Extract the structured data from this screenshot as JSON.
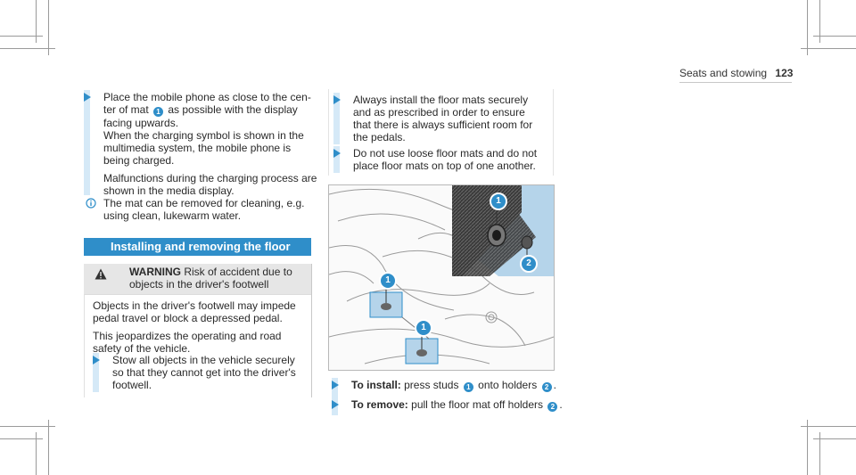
{
  "header": {
    "section": "Seats and stowing",
    "page_number": "123"
  },
  "left_column": {
    "step1": {
      "line1": "Place the mobile phone as close to the cen-",
      "line2_pre": "ter of mat",
      "line2_num": "1",
      "line2_post": "as possible with the display",
      "line3": "facing upwards.",
      "line4": "When the charging symbol is shown in the",
      "line5": "multimedia system, the mobile phone is",
      "line6": "being charged.",
      "line7": "Malfunctions during the charging process are",
      "line8": "shown in the media display."
    },
    "info": {
      "line1": "The mat can be removed for cleaning, e.g.",
      "line2": "using clean, lukewarm water."
    },
    "section_title": "Installing and removing the floor mats",
    "warning": {
      "label": "WARNING",
      "line1": "Risk of accident due to",
      "line2": "objects in the driver's footwell"
    },
    "body": {
      "line1": "Objects in the driver's footwell may impede",
      "line2": "pedal travel or block a depressed pedal.",
      "line3": "This jeopardizes the operating and road",
      "line4": "safety of the vehicle."
    },
    "step2": {
      "line1": "Stow all objects in the vehicle securely",
      "line2": "so that they cannot get into the driver's",
      "line3": "footwell."
    }
  },
  "right_column": {
    "step1": {
      "line1": "Always install the floor mats securely",
      "line2": "and as prescribed in order to ensure",
      "line3": "that there is always sufficient room for",
      "line4": "the pedals."
    },
    "step2": {
      "line1": "Do not use loose floor mats and do not",
      "line2": "place floor mats on top of one another."
    },
    "figure": {
      "callout_1": "1",
      "callout_2": "2"
    },
    "install": {
      "label": "To install:",
      "pre": "press studs",
      "num1": "1",
      "mid": "onto holders",
      "num2": "2",
      "post": "."
    },
    "remove": {
      "label": "To remove:",
      "pre": "pull the floor mat off holders",
      "num": "2",
      "post": "."
    }
  },
  "colors": {
    "accent": "#2f8ec9",
    "highlight": "#d5e9f7",
    "warning_bg": "#e6e6e6"
  }
}
